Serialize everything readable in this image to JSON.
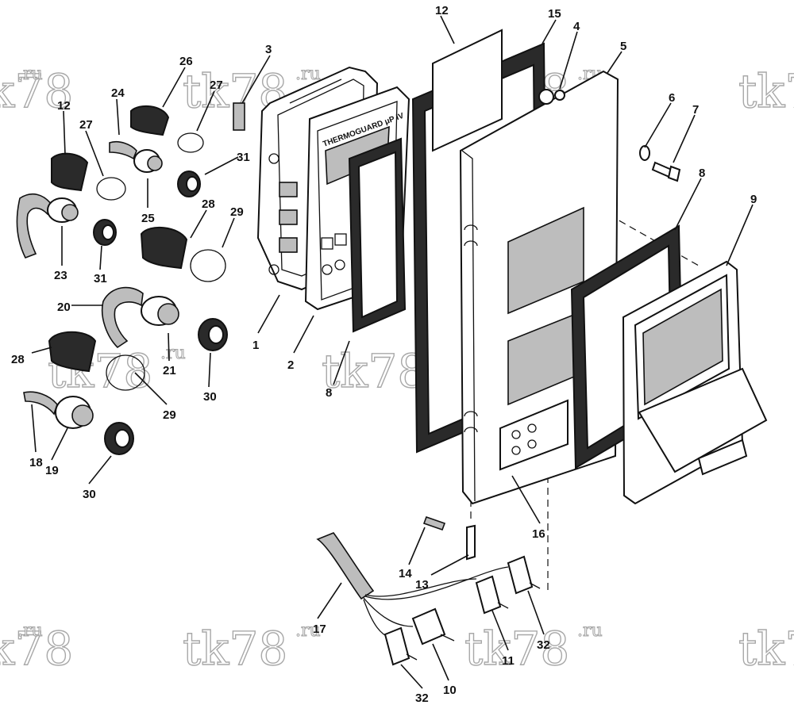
{
  "diagram": {
    "panel_label": "THERMOGUARD μP IV",
    "watermark": {
      "main": "tk78",
      "suffix": ".ru"
    },
    "callouts": [
      {
        "id": "c1",
        "text": "1"
      },
      {
        "id": "c2",
        "text": "2"
      },
      {
        "id": "c3",
        "text": "3"
      },
      {
        "id": "c4",
        "text": "4"
      },
      {
        "id": "c5",
        "text": "5"
      },
      {
        "id": "c6",
        "text": "6"
      },
      {
        "id": "c7",
        "text": "7"
      },
      {
        "id": "c8a",
        "text": "8"
      },
      {
        "id": "c8b",
        "text": "8"
      },
      {
        "id": "c9",
        "text": "9"
      },
      {
        "id": "c10",
        "text": "10"
      },
      {
        "id": "c11",
        "text": "11"
      },
      {
        "id": "c12a",
        "text": "12"
      },
      {
        "id": "c12b",
        "text": "12"
      },
      {
        "id": "c13",
        "text": "13"
      },
      {
        "id": "c14",
        "text": "14"
      },
      {
        "id": "c15",
        "text": "15"
      },
      {
        "id": "c16",
        "text": "16"
      },
      {
        "id": "c17",
        "text": "17"
      },
      {
        "id": "c18",
        "text": "18"
      },
      {
        "id": "c19",
        "text": "19"
      },
      {
        "id": "c20",
        "text": "20"
      },
      {
        "id": "c21",
        "text": "21"
      },
      {
        "id": "c23",
        "text": "23"
      },
      {
        "id": "c24",
        "text": "24"
      },
      {
        "id": "c25",
        "text": "25"
      },
      {
        "id": "c26",
        "text": "26"
      },
      {
        "id": "c27a",
        "text": "27"
      },
      {
        "id": "c27b",
        "text": "27"
      },
      {
        "id": "c28a",
        "text": "28"
      },
      {
        "id": "c28b",
        "text": "28"
      },
      {
        "id": "c29a",
        "text": "29"
      },
      {
        "id": "c29b",
        "text": "29"
      },
      {
        "id": "c30a",
        "text": "30"
      },
      {
        "id": "c30b",
        "text": "30"
      },
      {
        "id": "c31a",
        "text": "31"
      },
      {
        "id": "c31b",
        "text": "31"
      },
      {
        "id": "c32a",
        "text": "32"
      },
      {
        "id": "c32b",
        "text": "32"
      }
    ]
  }
}
